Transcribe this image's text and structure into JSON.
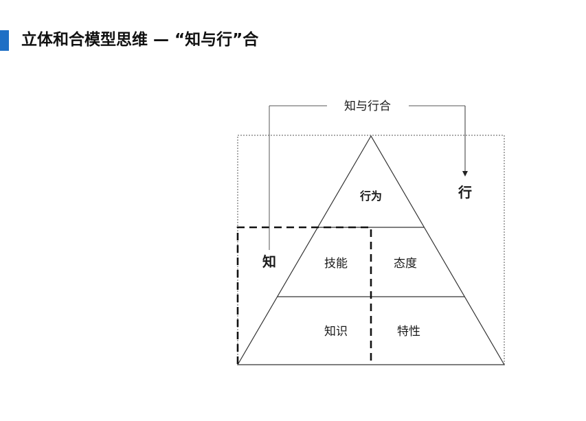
{
  "header": {
    "title": "立体和合模型思维 — “知与行”合",
    "accent_color": "#1f6fc5"
  },
  "diagram": {
    "top_label": "知与行合",
    "left_side_label": "知",
    "right_side_label": "行",
    "pyramid": {
      "apex": "行为",
      "middle_left": "技能",
      "middle_right": "态度",
      "bottom_left": "知识",
      "bottom_right": "特性"
    }
  }
}
